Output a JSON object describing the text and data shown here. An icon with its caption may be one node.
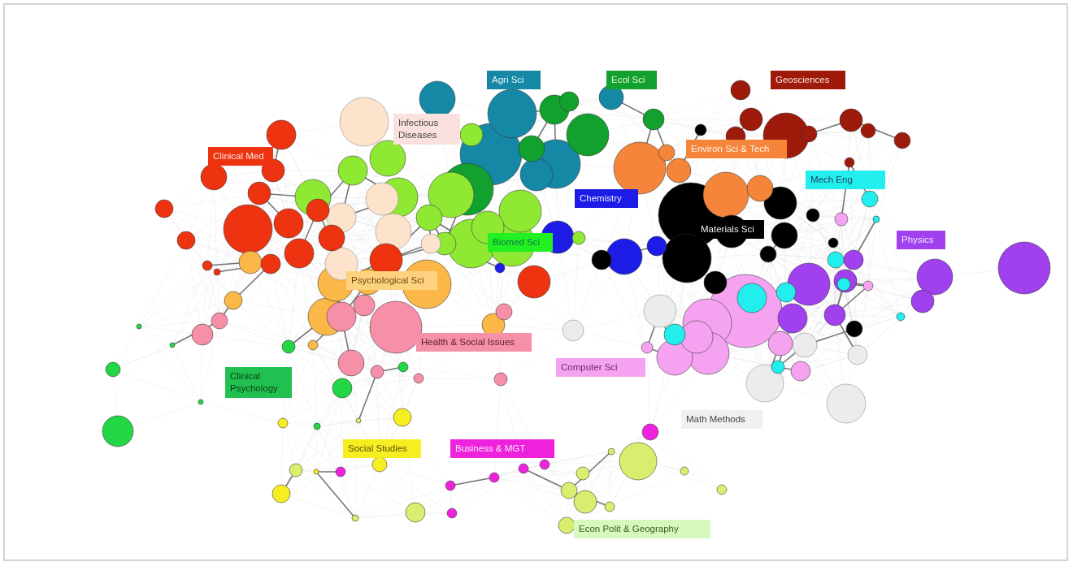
{
  "diagram": {
    "nodes": [
      {
        "text": [
          "Agri Sci"
        ]
      },
      {
        "text": [
          "Ecol Sci"
        ]
      },
      {
        "text": [
          "Geosciences"
        ]
      },
      {
        "text": [
          "Infectious Diseases"
        ]
      },
      {
        "text": [
          "Environ Sci & Tech"
        ]
      },
      {
        "text": [
          "Clinical Med"
        ]
      },
      {
        "text": [
          "Mech Eng"
        ]
      },
      {
        "text": [
          "Chemistry"
        ]
      },
      {
        "text": [
          "Materials Sci"
        ]
      },
      {
        "text": [
          "Physics"
        ]
      },
      {
        "text": [
          "Biomed Sci"
        ]
      },
      {
        "text": [
          "Psychological Sci"
        ]
      },
      {
        "text": [
          "Health & Social Issues"
        ]
      },
      {
        "text": [
          "Computer Sci"
        ]
      },
      {
        "text": [
          "Clinical Psychology"
        ]
      },
      {
        "text": [
          "Math Methods"
        ]
      },
      {
        "text": [
          "Social Studies"
        ]
      },
      {
        "text": [
          "Business & MGT"
        ]
      },
      {
        "text": [
          "Econ Polit & Geography"
        ]
      }
    ]
  }
}
